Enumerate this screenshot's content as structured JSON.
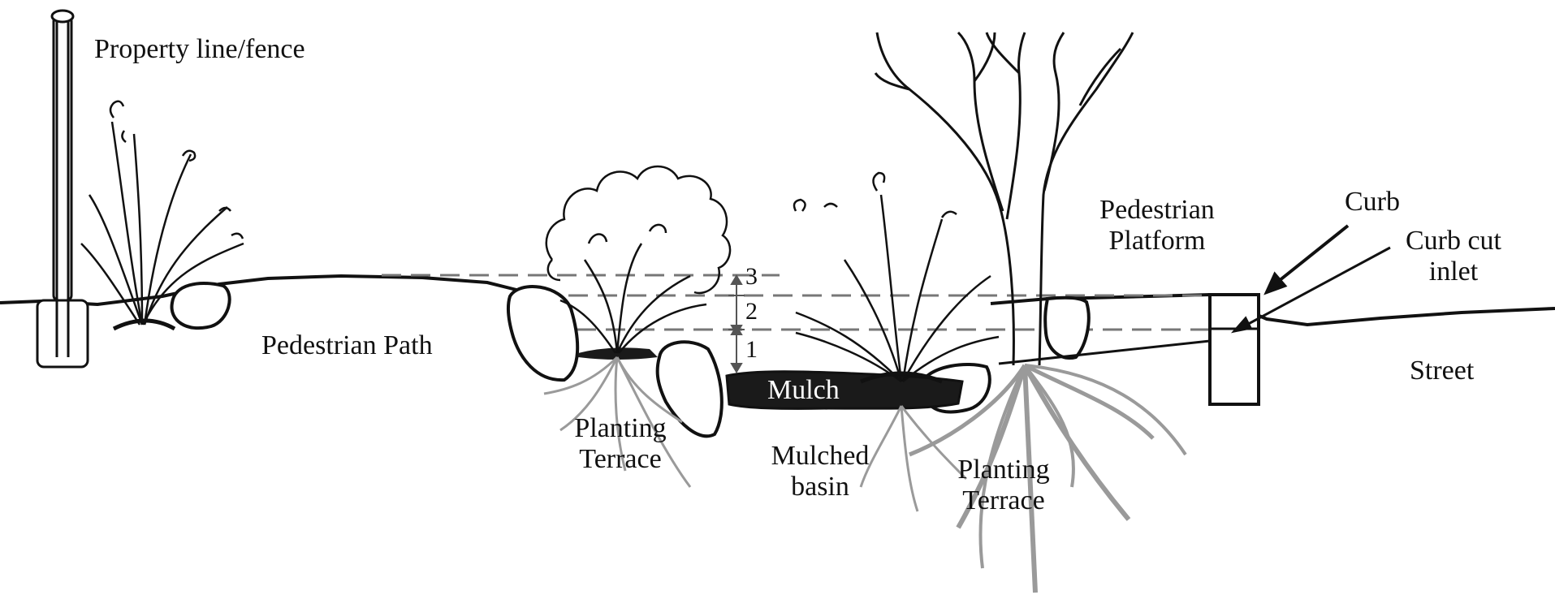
{
  "labels": {
    "property_line": "Property line/fence",
    "pedestrian_path": "Pedestrian Path",
    "planting_terrace_left_1": "Planting",
    "planting_terrace_left_2": "Terrace",
    "mulch": "Mulch",
    "mulched_basin_1": "Mulched",
    "mulched_basin_2": "basin",
    "planting_terrace_right_1": "Planting",
    "planting_terrace_right_2": "Terrace",
    "pedestrian_platform_1": "Pedestrian",
    "pedestrian_platform_2": "Platform",
    "curb": "Curb",
    "curb_cut_inlet_1": "Curb cut",
    "curb_cut_inlet_2": "inlet",
    "street": "Street"
  },
  "depth_levels": [
    "3",
    "2",
    "1"
  ],
  "colors": {
    "ink": "#111111",
    "roots": "#9a9a9a",
    "dashed": "#777777",
    "mulch_fill": "#1a1a1a",
    "background": "#ffffff"
  }
}
